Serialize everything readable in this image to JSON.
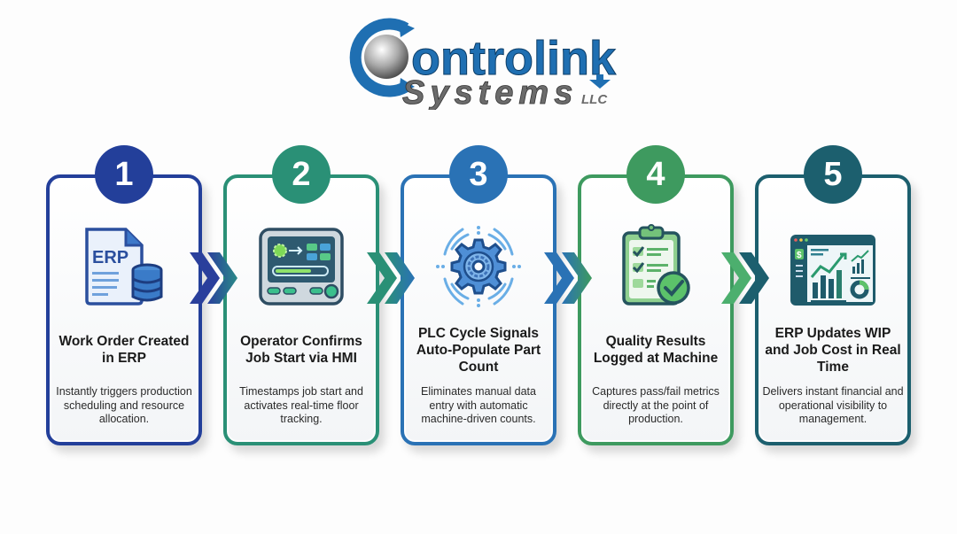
{
  "logo": {
    "word1": "ontrolink",
    "word2": "Systems",
    "suffix": "LLC",
    "colors": {
      "blue": "#1f6fb2",
      "gray": "#6b6b6b"
    }
  },
  "steps": [
    {
      "number": "1",
      "icon": "erp-document-database-icon",
      "icon_label": "ERP",
      "title": "Work Order Created in ERP",
      "description": "Instantly triggers production scheduling and resource allocation.",
      "color": "#233f9a"
    },
    {
      "number": "2",
      "icon": "hmi-panel-icon",
      "title": "Operator Confirms Job Start via HMI",
      "description": "Timestamps job start and activates real-time floor tracking.",
      "color": "#2a9076"
    },
    {
      "number": "3",
      "icon": "gear-signal-icon",
      "title": "PLC Cycle Signals Auto-Populate Part Count",
      "description": "Eliminates manual data entry with automatic machine-driven counts.",
      "color": "#2a72b5"
    },
    {
      "number": "4",
      "icon": "clipboard-check-icon",
      "title": "Quality Results Logged at Machine",
      "description": "Captures pass/fail metrics directly at the point of production.",
      "color": "#3e9a5f"
    },
    {
      "number": "5",
      "icon": "financial-dashboard-icon",
      "title": "ERP Updates WIP and Job Cost in Real Time",
      "description": "Delivers instant financial and operational visibility to management.",
      "color": "#1c5f6e"
    }
  ]
}
